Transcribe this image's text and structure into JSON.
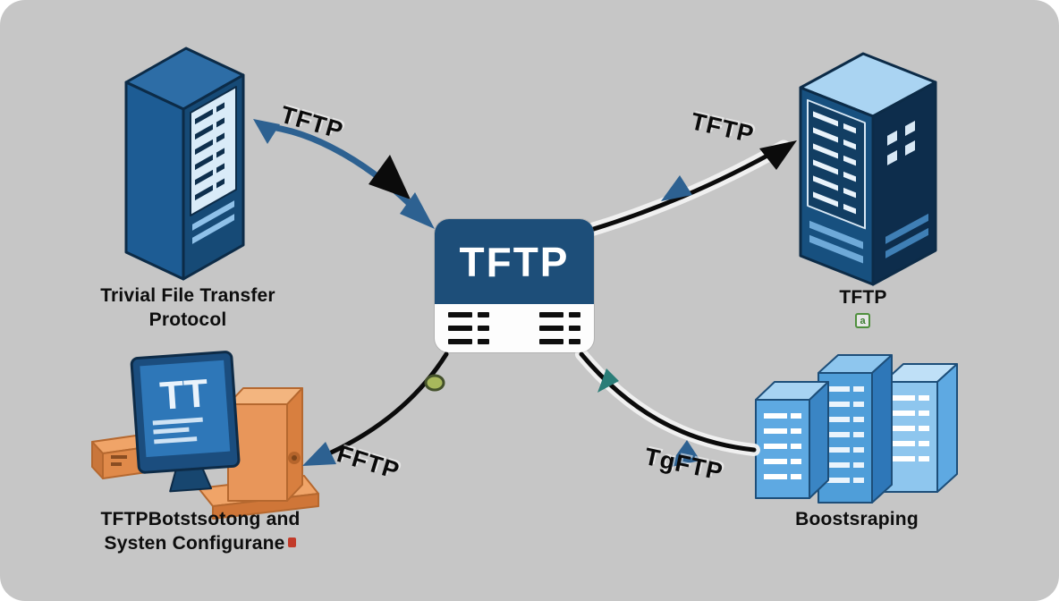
{
  "colors": {
    "background": "#c6c6c6",
    "center_header": "#1d4e79",
    "arrow_blue": "#2d6191",
    "server_navy": "#164a76",
    "server_light_blue": "#a9d2ef",
    "accent_orange": "#e8965a",
    "knob_green": "#a8b85c",
    "teal": "#2a7d78"
  },
  "center_node": {
    "title": "TFTP"
  },
  "nodes": {
    "top_left_server": {
      "line1": "Trivial File Transfer",
      "line2": "Protocol"
    },
    "top_right_server": {
      "label": "TFTP",
      "badge": "a"
    },
    "bottom_left_workstation": {
      "line1": "TFTPBotstsotong and",
      "line2": "Systen Configurane",
      "screen_text": "TT"
    },
    "bottom_right_servers": {
      "label": "Boostsraping"
    }
  },
  "arrows": {
    "top_left_label": "TFTP",
    "top_right_label": "TFTP",
    "bottom_left_label": "FFTP",
    "bottom_right_label": "TgFTP"
  },
  "icons": {
    "top_right_badge": "favicon-badge-icon",
    "bottom_left_mark": "red-mark-icon",
    "bottom_left_knob": "green-knob-icon",
    "bottom_right_small_arrow": "teal-arrowhead-icon"
  }
}
